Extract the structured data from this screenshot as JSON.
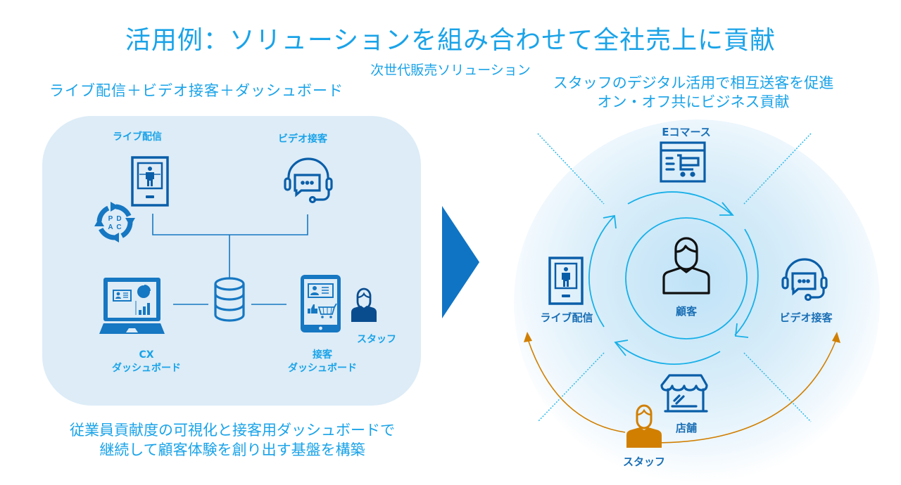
{
  "header": {
    "title": "活用例：ソリューションを組み合わせて全社売上に貢献",
    "center_subtitle": "次世代販売ソリューション",
    "left_subtitle": "ライブ配信＋ビデオ接客＋ダッシュボード",
    "right_subtitle_line1": "スタッフのデジタル活用で相互送客を促進",
    "right_subtitle_line2": "オン・オフ共にビジネス貢献"
  },
  "left_panel": {
    "nodes": {
      "live": {
        "label": "ライブ配信",
        "icon": "tablet-person-icon"
      },
      "pdca": {
        "letters": [
          "P",
          "D",
          "A",
          "C"
        ],
        "icon": "pdca-cycle-icon"
      },
      "video": {
        "label": "ビデオ接客",
        "icon": "headset-chat-icon"
      },
      "database": {
        "icon": "database-icon"
      },
      "cx": {
        "label_line1": "CX",
        "label_line2": "ダッシュボード",
        "icon": "laptop-dashboard-icon"
      },
      "service": {
        "label_line1": "接客",
        "label_line2": "ダッシュボード",
        "icon": "tablet-dashboard-icon"
      },
      "staff": {
        "label": "スタッフ",
        "icon": "staff-person-icon"
      }
    },
    "caption_line1": "従業員貢献度の可視化と接客用ダッシュボードで",
    "caption_line2": "継続して顧客体験を創り出す基盤を構築"
  },
  "transition": {
    "icon": "triangle-arrow-right-icon"
  },
  "right_diagram": {
    "center": {
      "label": "顧客",
      "icon": "customer-icon"
    },
    "ecommerce": {
      "label": "Eコマース",
      "icon": "ecommerce-cart-icon"
    },
    "live": {
      "label": "ライブ配信",
      "icon": "tablet-person-icon"
    },
    "video": {
      "label": "ビデオ接客",
      "icon": "headset-chat-icon"
    },
    "store": {
      "label": "店舗",
      "icon": "store-icon"
    },
    "staff": {
      "label": "スタッフ",
      "icon": "staff-person-icon"
    }
  },
  "colors": {
    "title": "#1aa3e8",
    "icon_blue": "#0a5ea8",
    "icon_mid": "#1677c2",
    "panel_bg": "#ddecf7",
    "cycle_cyan": "#18b0e8",
    "staff_orange": "#d17f00",
    "arrow_blue": "#0f74c4"
  }
}
